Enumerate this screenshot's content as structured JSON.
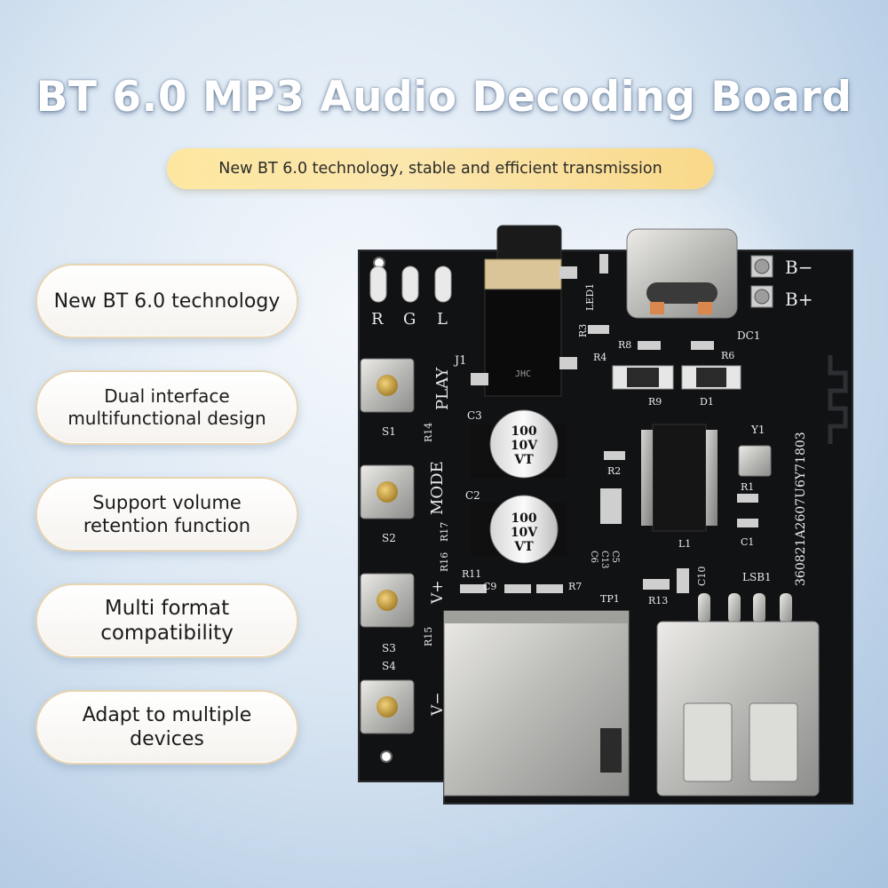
{
  "header": {
    "title": "BT 6.0 MP3 Audio Decoding Board",
    "subtitle": "New BT 6.0 technology, stable and efficient transmission"
  },
  "features": [
    "New BT 6.0 technology",
    "Dual interface multifunctional design",
    "Support volume retention function",
    "Multi format compatibility",
    "Adapt to multiple devices"
  ],
  "board": {
    "silkscreen": {
      "r": "R",
      "g": "G",
      "l": "L",
      "j1": "J1",
      "play": "PLAY",
      "led1": "LED1",
      "r3": "R3",
      "r4": "R4",
      "r8": "R8",
      "r6": "R6",
      "r9": "R9",
      "d1": "D1",
      "dc1": "DC1",
      "bminus": "B−",
      "bplus": "B+",
      "s1": "S1",
      "s2": "S2",
      "s3": "S3",
      "s4": "S4",
      "r14": "R14",
      "r17": "R17",
      "r16": "R16",
      "r15": "R15",
      "mode": "MODE",
      "vplus": "V+",
      "vminus": "V−",
      "c3": "C3",
      "c2": "C2",
      "r11": "R11",
      "c9": "C9",
      "r7": "R7",
      "tp1": "TP1",
      "r2": "R2",
      "y1": "Y1",
      "r1": "R1",
      "l1": "L1",
      "c1": "C1",
      "c5": "C5",
      "c13": "C13",
      "c6": "C6",
      "c10": "C10",
      "r13": "R13",
      "lsb1": "LSB1",
      "serial": "360821A2607U6Y71803"
    },
    "cap_marking": [
      "100",
      "10V",
      "VT"
    ],
    "jack_logo": "JHC"
  },
  "colors": {
    "title": "#ffffff",
    "pill_gold": "#f9d98a",
    "pcb": "#111214",
    "silkscreen": "#e9e9e9",
    "pad_gold": "#c9a44a",
    "metal": "#c8c8c6"
  }
}
